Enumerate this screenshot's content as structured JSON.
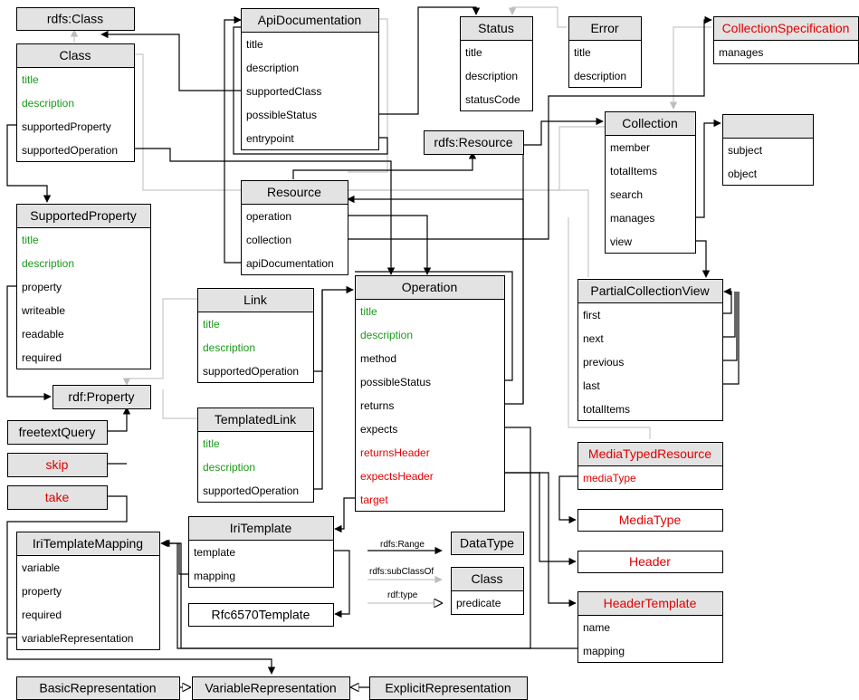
{
  "boxes": [
    {
      "id": "rdfs_class",
      "title": "rdfs:Class",
      "props": []
    },
    {
      "id": "class",
      "title": "Class",
      "props": [
        {
          "t": "title",
          "c": "green"
        },
        {
          "t": "description",
          "c": "green"
        },
        {
          "t": "supportedProperty"
        },
        {
          "t": "supportedOperation"
        }
      ]
    },
    {
      "id": "apidoc",
      "title": "ApiDocumentation",
      "props": [
        {
          "t": "title"
        },
        {
          "t": "description"
        },
        {
          "t": "supportedClass"
        },
        {
          "t": "possibleStatus"
        },
        {
          "t": "entrypoint"
        }
      ]
    },
    {
      "id": "status",
      "title": "Status",
      "props": [
        {
          "t": "title"
        },
        {
          "t": "description"
        },
        {
          "t": "statusCode"
        }
      ]
    },
    {
      "id": "error",
      "title": "Error",
      "props": [
        {
          "t": "title"
        },
        {
          "t": "description"
        }
      ]
    },
    {
      "id": "collspec",
      "title": "CollectionSpecification",
      "red": true,
      "props": [
        {
          "t": "manages"
        }
      ]
    },
    {
      "id": "rdfs_resource",
      "title": "rdfs:Resource",
      "props": []
    },
    {
      "id": "collection",
      "title": "Collection",
      "props": [
        {
          "t": "member"
        },
        {
          "t": "totalItems"
        },
        {
          "t": "search"
        },
        {
          "t": "manages"
        },
        {
          "t": "view"
        }
      ]
    },
    {
      "id": "unnamed",
      "title": "",
      "props": [
        {
          "t": "subject"
        },
        {
          "t": "object"
        }
      ]
    },
    {
      "id": "resource",
      "title": "Resource",
      "props": [
        {
          "t": "operation"
        },
        {
          "t": "collection"
        },
        {
          "t": "apiDocumentation"
        }
      ]
    },
    {
      "id": "supprop",
      "title": "SupportedProperty",
      "props": [
        {
          "t": "title",
          "c": "green"
        },
        {
          "t": "description",
          "c": "green"
        },
        {
          "t": "property"
        },
        {
          "t": "writeable"
        },
        {
          "t": "readable"
        },
        {
          "t": "required"
        }
      ]
    },
    {
      "id": "operation",
      "title": "Operation",
      "props": [
        {
          "t": "title",
          "c": "green"
        },
        {
          "t": "description",
          "c": "green"
        },
        {
          "t": "method"
        },
        {
          "t": "possibleStatus"
        },
        {
          "t": "returns"
        },
        {
          "t": "expects"
        },
        {
          "t": "returnsHeader",
          "c": "red"
        },
        {
          "t": "expectsHeader",
          "c": "red"
        },
        {
          "t": "target",
          "c": "red"
        }
      ]
    },
    {
      "id": "link",
      "title": "Link",
      "props": [
        {
          "t": "title",
          "c": "green"
        },
        {
          "t": "description",
          "c": "green"
        },
        {
          "t": "supportedOperation"
        }
      ]
    },
    {
      "id": "pcv",
      "title": "PartialCollectionView",
      "props": [
        {
          "t": "first"
        },
        {
          "t": "next"
        },
        {
          "t": "previous"
        },
        {
          "t": "last"
        },
        {
          "t": "totalItems"
        }
      ]
    },
    {
      "id": "rdf_property",
      "title": "rdf:Property",
      "props": []
    },
    {
      "id": "freetext",
      "title": "freetextQuery",
      "props": []
    },
    {
      "id": "tlink",
      "title": "TemplatedLink",
      "props": [
        {
          "t": "title",
          "c": "green"
        },
        {
          "t": "description",
          "c": "green"
        },
        {
          "t": "supportedOperation"
        }
      ]
    },
    {
      "id": "skip",
      "title": "skip",
      "red": true,
      "props": []
    },
    {
      "id": "take",
      "title": "take",
      "red": true,
      "props": []
    },
    {
      "id": "mtr",
      "title": "MediaTypedResource",
      "red": true,
      "props": [
        {
          "t": "mediaType",
          "c": "red"
        }
      ]
    },
    {
      "id": "mediatype",
      "title": "MediaType",
      "red": true,
      "props": []
    },
    {
      "id": "iritemplate",
      "title": "IriTemplate",
      "props": [
        {
          "t": "template"
        },
        {
          "t": "mapping"
        }
      ]
    },
    {
      "id": "itm",
      "title": "IriTemplateMapping",
      "props": [
        {
          "t": "variable"
        },
        {
          "t": "property"
        },
        {
          "t": "required"
        },
        {
          "t": "variableRepresentation"
        }
      ]
    },
    {
      "id": "datatype",
      "title": "DataType",
      "props": []
    },
    {
      "id": "header",
      "title": "Header",
      "red": true,
      "props": []
    },
    {
      "id": "legend_class",
      "title": "Class",
      "props": [
        {
          "t": "predicate"
        }
      ]
    },
    {
      "id": "headertemplate",
      "title": "HeaderTemplate",
      "red": true,
      "props": [
        {
          "t": "name"
        },
        {
          "t": "mapping"
        }
      ]
    },
    {
      "id": "rfc",
      "title": "Rfc6570Template",
      "props": []
    },
    {
      "id": "basicrep",
      "title": "BasicRepresentation",
      "props": []
    },
    {
      "id": "varrep",
      "title": "VariableRepresentation",
      "props": []
    },
    {
      "id": "explicitrep",
      "title": "ExplicitRepresentation",
      "props": []
    }
  ],
  "legend": {
    "range_label": "rdfs:Range",
    "subclass_label": "rdfs:subClassOf",
    "type_label": "rdf:type"
  },
  "colors": {
    "green": "#1a9a1a",
    "red": "#e00000",
    "header_fill": "#e3e3e3"
  }
}
